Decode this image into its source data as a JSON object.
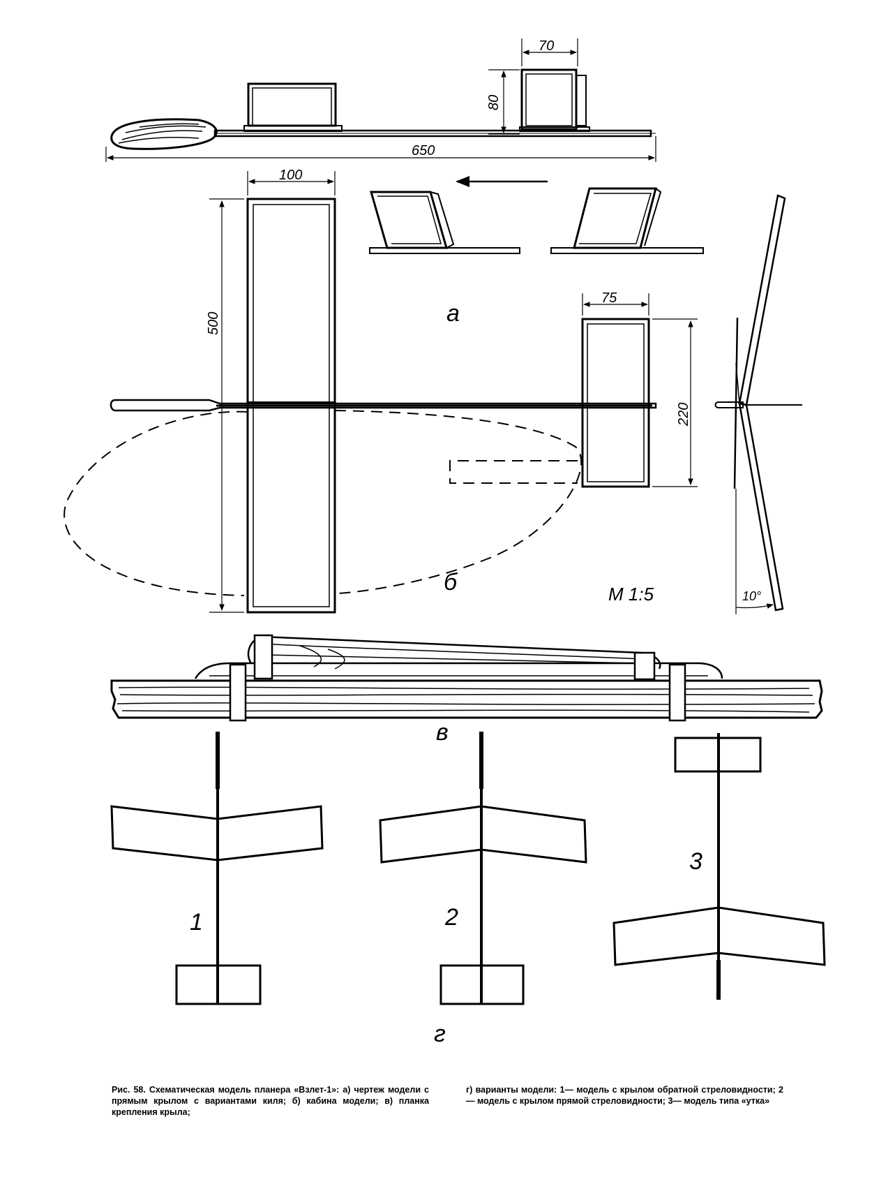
{
  "dimensions": {
    "fin_width": "70",
    "fin_height": "80",
    "overall_length": "650",
    "wing_chord": "100",
    "wing_span": "500",
    "stab_chord": "75",
    "stab_span": "220",
    "dihedral_angle": "10°"
  },
  "labels": {
    "a": "а",
    "b": "б",
    "v": "в",
    "g": "г",
    "scale": "М 1:5",
    "variant1": "1",
    "variant2": "2",
    "variant3": "3"
  },
  "caption": {
    "left": "Рис. 58. Схематическая модель планера «Взлет-1»: а) чертеж модели с прямым крылом с вариантами киля; б) кабина модели; в) планка крепления крыла;",
    "right": "г) варианты модели: 1— модель с крылом обратной стреловидности; 2— модель с крылом прямой стреловидности; 3— модель типа «утка»"
  }
}
